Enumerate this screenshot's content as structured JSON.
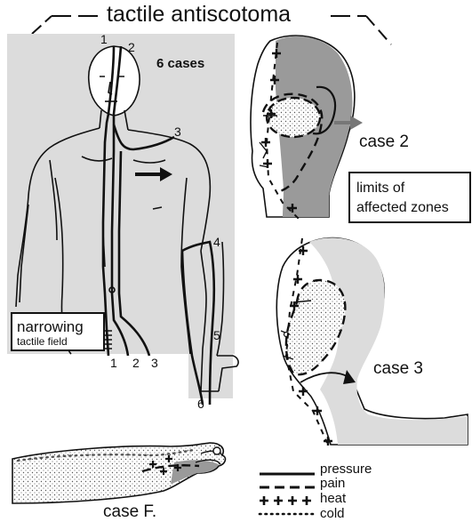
{
  "title": "tactile antiscotoma",
  "panel_body": {
    "cases_label": "6 cases",
    "line_numbers": [
      "1",
      "2",
      "3",
      "4",
      "5",
      "6"
    ],
    "bottom_numbers": [
      "1",
      "2",
      "3"
    ],
    "inset_box": {
      "line1": "narrowing",
      "line2": "tactile field"
    }
  },
  "case2": {
    "label": "case 2",
    "callout": {
      "line1": "limits of",
      "line2": "affected zones"
    }
  },
  "case3": {
    "label": "case 3"
  },
  "caseF": {
    "label": "case F."
  },
  "legend": [
    {
      "label": "pressure",
      "style": "solid"
    },
    {
      "label": "pain",
      "style": "dashed"
    },
    {
      "label": "heat",
      "style": "crosses"
    },
    {
      "label": "cold",
      "style": "dotted"
    }
  ],
  "colors": {
    "panel_gray": "#dcdcdc",
    "zone_gray": "#9a9a9a",
    "ink": "#111111",
    "stipple": "#555555"
  }
}
